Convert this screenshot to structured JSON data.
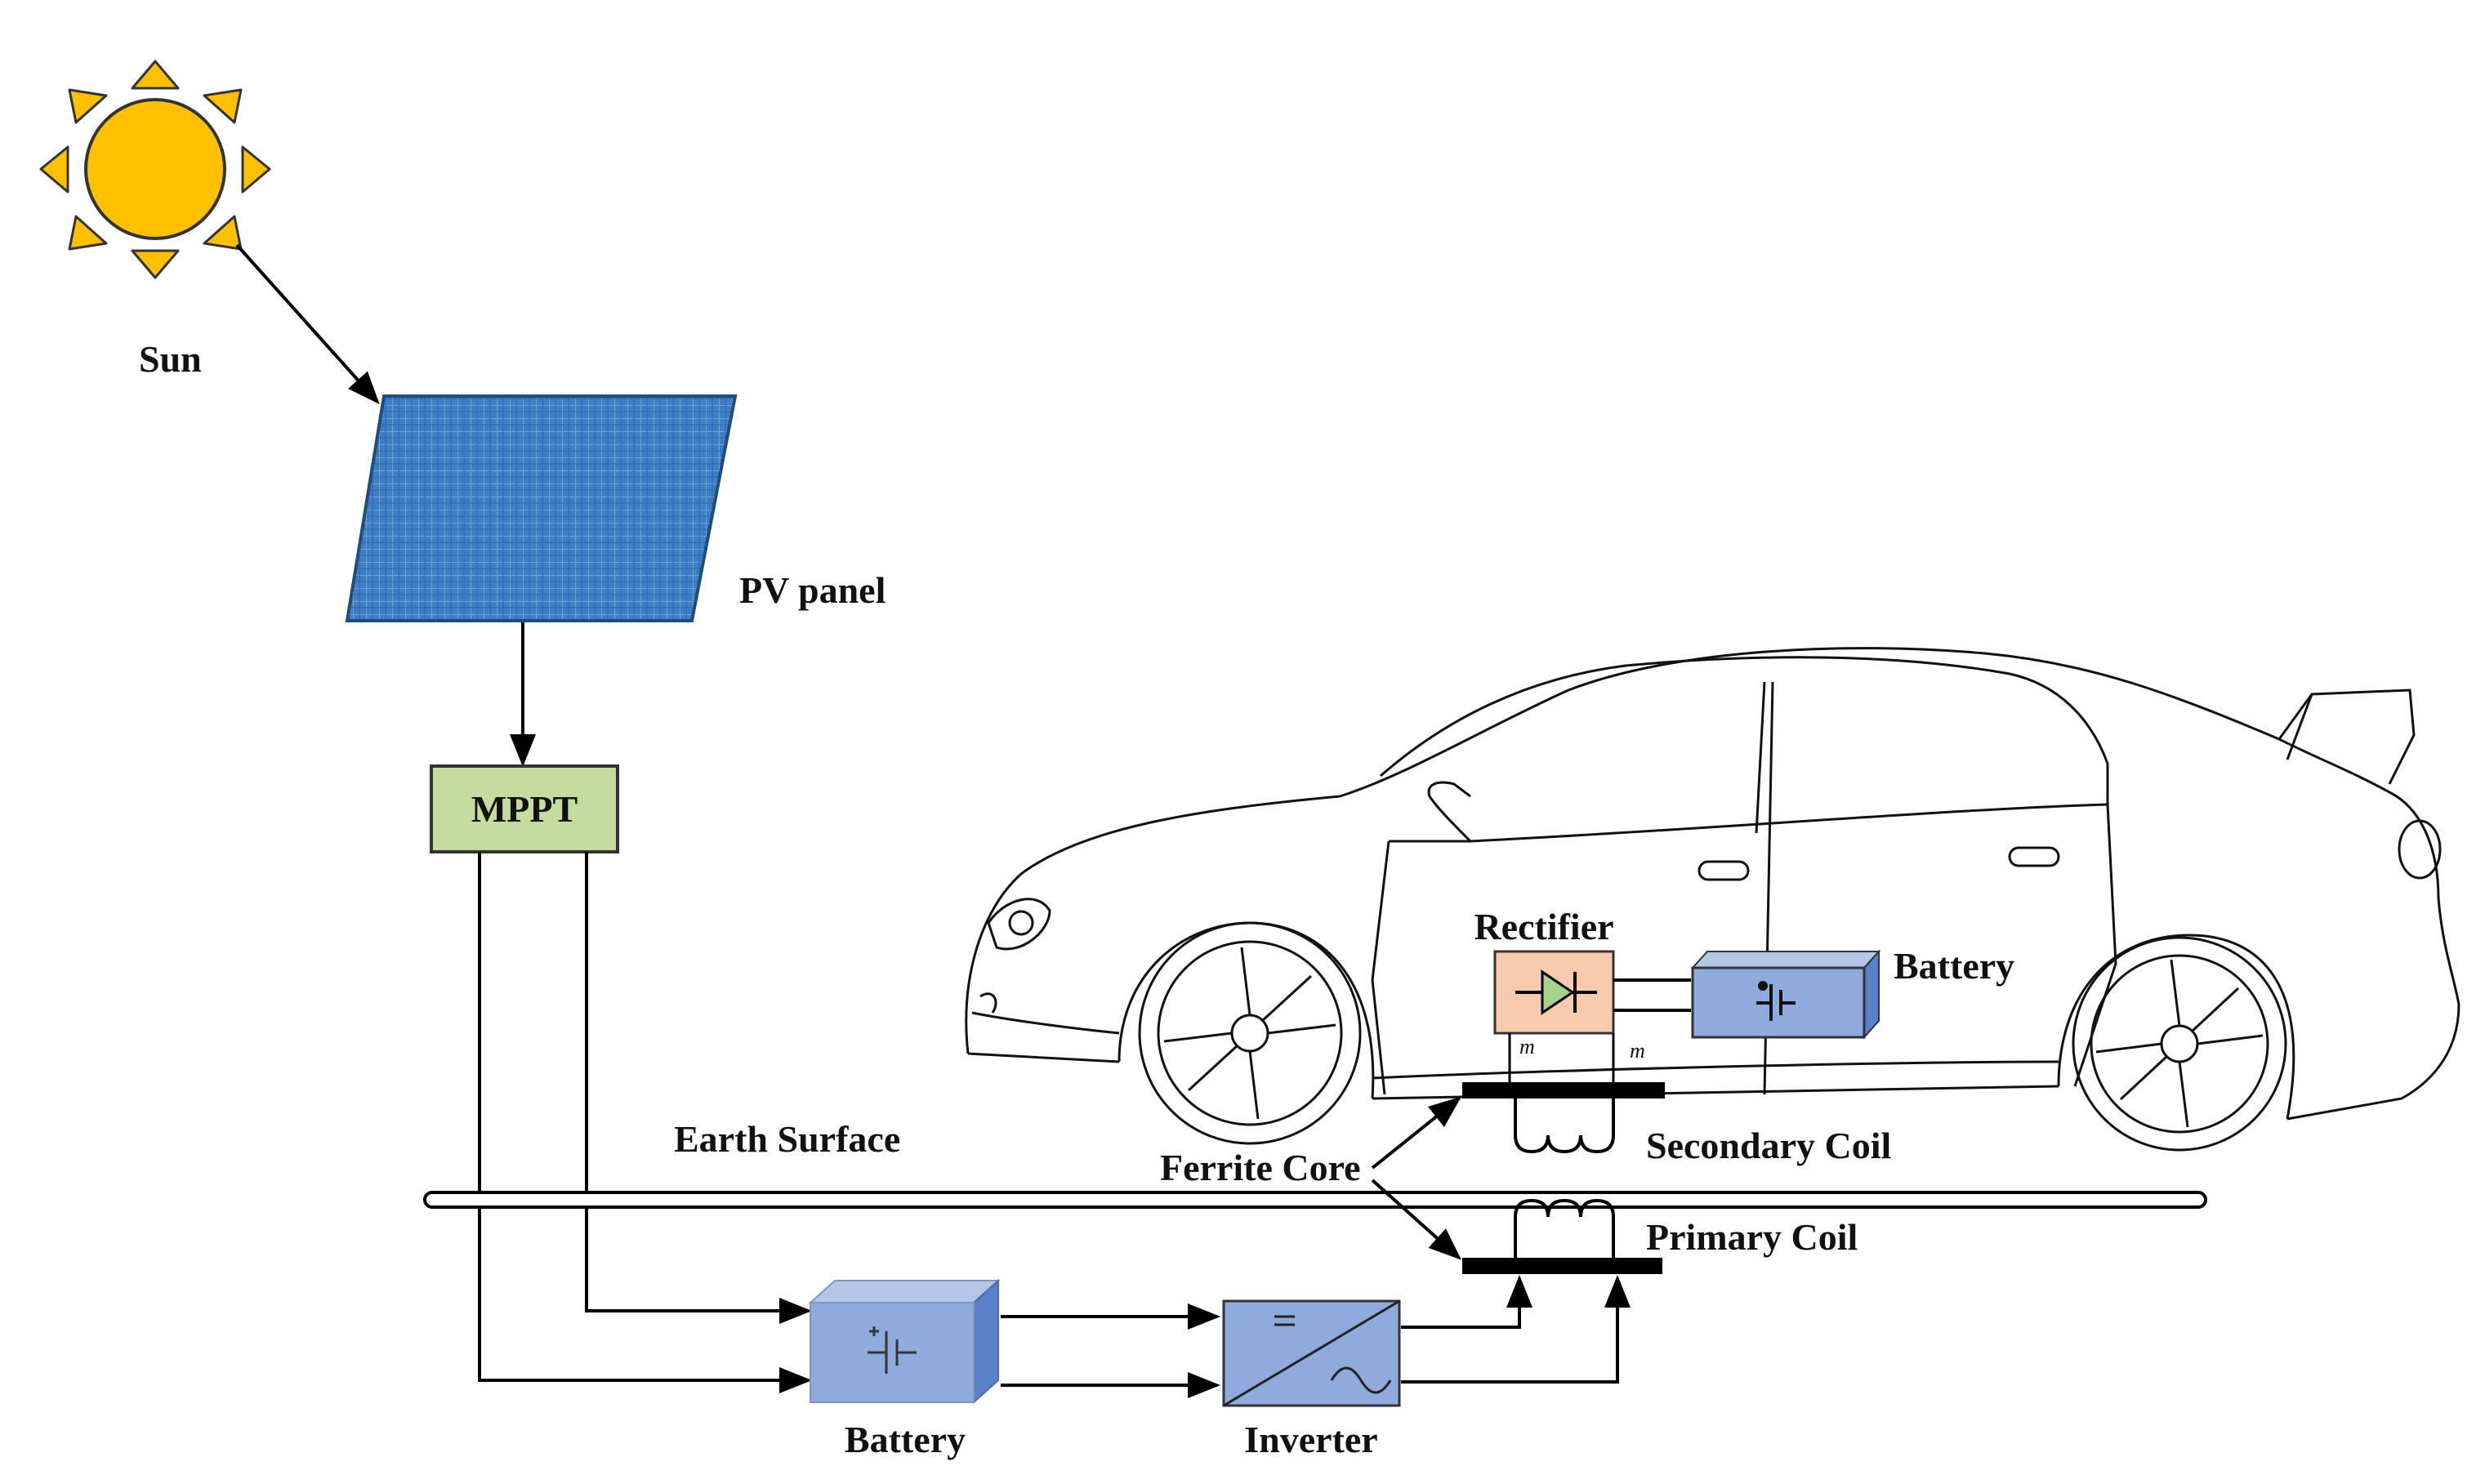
{
  "labels": {
    "sun": "Sun",
    "pv_panel": "PV panel",
    "mppt": "MPPT",
    "earth_surface": "Earth Surface",
    "battery_ground": "Battery",
    "inverter": "Inverter",
    "rectifier": "Rectifier",
    "battery_car": "Battery",
    "ferrite_core": "Ferrite Core",
    "secondary_coil": "Secondary Coil",
    "primary_coil": "Primary Coil",
    "m_left": "m",
    "m_right": "m"
  },
  "colors": {
    "sun_fill": "#FFC000",
    "sun_stroke": "#333333",
    "pv_panel": "#3E7EC6",
    "mppt_fill": "#C5DCA0",
    "battery_front": "#8FAADC",
    "battery_side": "#5B7FC9",
    "battery_top": "#B4C7E7",
    "inverter_fill": "#8FAADC",
    "rectifier_fill": "#F8CBAD",
    "diode_fill": "#A9D18E",
    "lines": "#000000"
  },
  "icons": {
    "sun": "sun-icon",
    "pv": "solar-panel-icon",
    "battery": "battery-symbol-icon",
    "inverter": "dc-ac-symbol-icon",
    "diode": "diode-symbol-icon",
    "coil": "coil-winding-icon",
    "car": "car-outline-icon"
  }
}
